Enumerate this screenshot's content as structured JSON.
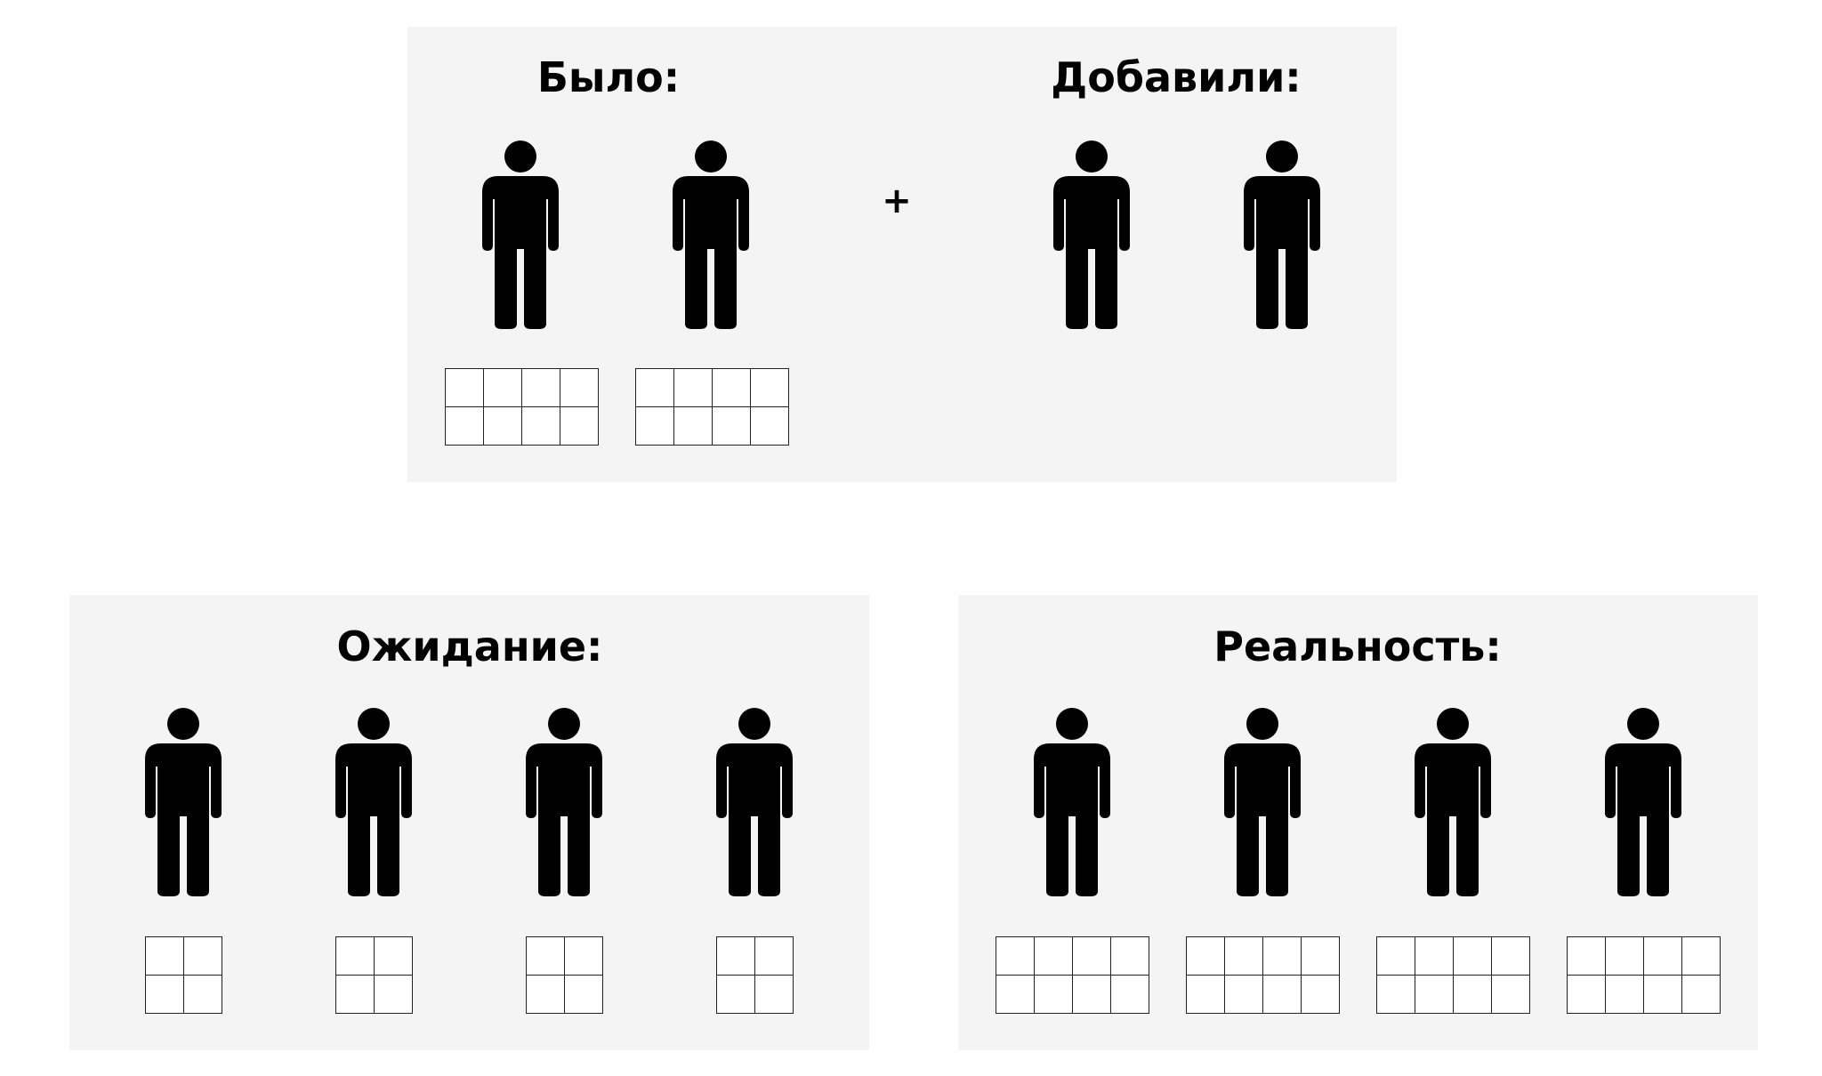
{
  "panels": {
    "top": {
      "left_title": "Было:",
      "right_title": "Добавили:",
      "operator": "+",
      "left_people": 2,
      "left_grid": {
        "cols": 4,
        "rows": 2
      },
      "right_people": 2
    },
    "expectation": {
      "title": "Ожидание:",
      "people": 4,
      "grid": {
        "cols": 2,
        "rows": 2
      }
    },
    "reality": {
      "title": "Реальность:",
      "people": 4,
      "grid": {
        "cols": 4,
        "rows": 2
      }
    }
  },
  "icons": {
    "person": "person-icon"
  },
  "colors": {
    "panel_bg": "#f4f4f4",
    "figure": "#000000",
    "grid_line": "#222222"
  }
}
